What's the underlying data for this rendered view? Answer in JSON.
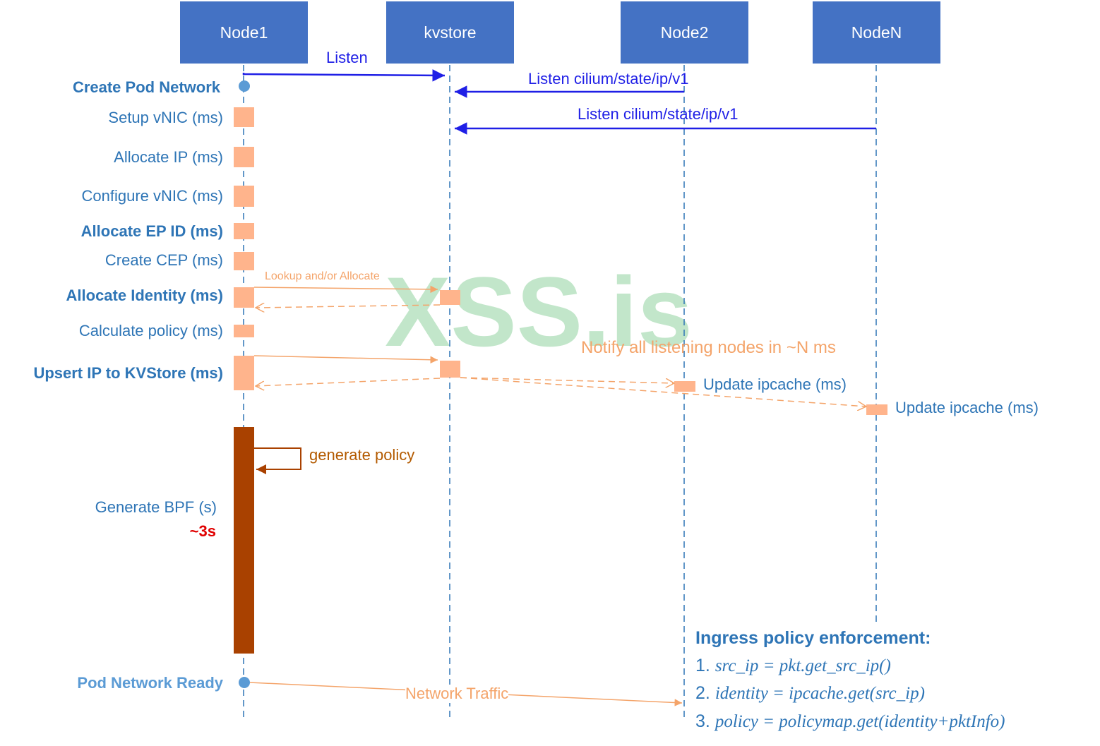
{
  "nodes": {
    "node1": "Node1",
    "kvstore": "kvstore",
    "node2": "Node2",
    "nodeN": "NodeN"
  },
  "steps": {
    "create_pod_network": "Create Pod Network",
    "setup_vnic": "Setup vNIC (ms)",
    "allocate_ip": "Allocate IP (ms)",
    "configure_vnic": "Configure vNIC (ms)",
    "allocate_ep_id": "Allocate  EP ID (ms)",
    "create_cep": "Create CEP (ms)",
    "allocate_identity": "Allocate  Identity (ms)",
    "calculate_policy": "Calculate policy (ms)",
    "upsert_ip": "Upsert IP to KVStore (ms)",
    "generate_bpf": "Generate BPF (s)",
    "generate_bpf_time": "~3s",
    "pod_network_ready": "Pod Network Ready"
  },
  "messages": {
    "listen": "Listen",
    "listen_node2": "Listen cilium/state/ip/v1",
    "listen_nodeN": "Listen cilium/state/ip/v1",
    "lookup_allocate": "Lookup and/or Allocate",
    "notify": "Notify all listening nodes in ~N ms",
    "update_ipcache_node2": "Update ipcache (ms)",
    "update_ipcache_nodeN": "Update ipcache (ms)",
    "generate_policy": "generate policy",
    "network_traffic": "Network Traffic"
  },
  "watermark": "XSS.is",
  "ingress": {
    "title": "Ingress policy enforcement:",
    "lines": [
      {
        "num": "1.",
        "code": "src_ip = pkt.get_src_ip()"
      },
      {
        "num": "2.",
        "code": "identity = ipcache.get(src_ip)"
      },
      {
        "num": "3.",
        "code": "policy = policymap.get(identity+pktInfo)"
      }
    ]
  },
  "colors": {
    "node_fill": "#4472C4",
    "label_blue": "#2E75B6",
    "listen_arrow": "#1F1FE6",
    "activation": "#FFB48C",
    "message_orange": "#F4A46A",
    "bpf_bar": "#A94100",
    "policy_text": "#B35A00",
    "time_red": "#E00000",
    "watermark": "#A9DCB4"
  }
}
